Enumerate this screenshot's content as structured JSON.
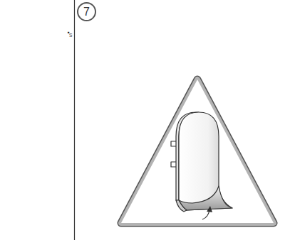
{
  "diagram": {
    "nodes": [
      {
        "text": [
          "7"
        ]
      }
    ],
    "labels": [
      ".",
      "s"
    ]
  }
}
